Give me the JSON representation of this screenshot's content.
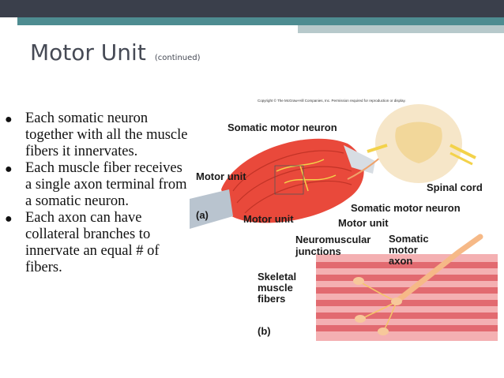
{
  "slide": {
    "title": "Motor Unit",
    "title_suffix": "(continued)"
  },
  "bullets": [
    "Each somatic neuron together with all the muscle fibers it innervates.",
    "Each muscle fiber receives a single axon terminal from a somatic neuron.",
    "Each axon can have collateral branches to innervate an equal # of fibers."
  ],
  "figure": {
    "copyright": "Copyright © The McGraw-Hill Companies, Inc. Permission required for reproduction or display.",
    "labels": {
      "somatic_motor_neuron_top": "Somatic motor neuron",
      "motor_unit_left": "Motor unit",
      "spinal_cord": "Spinal cord",
      "panel_a": "(a)",
      "motor_unit_bottom": "Motor unit",
      "somatic_motor_neuron_mid": "Somatic motor neuron",
      "motor_unit_right": "Motor unit",
      "neuromuscular_junctions": "Neuromuscular junctions",
      "somatic_motor_axon": "Somatic motor axon",
      "skeletal_muscle_fibers": "Skeletal muscle fibers",
      "panel_b": "(b)"
    }
  }
}
